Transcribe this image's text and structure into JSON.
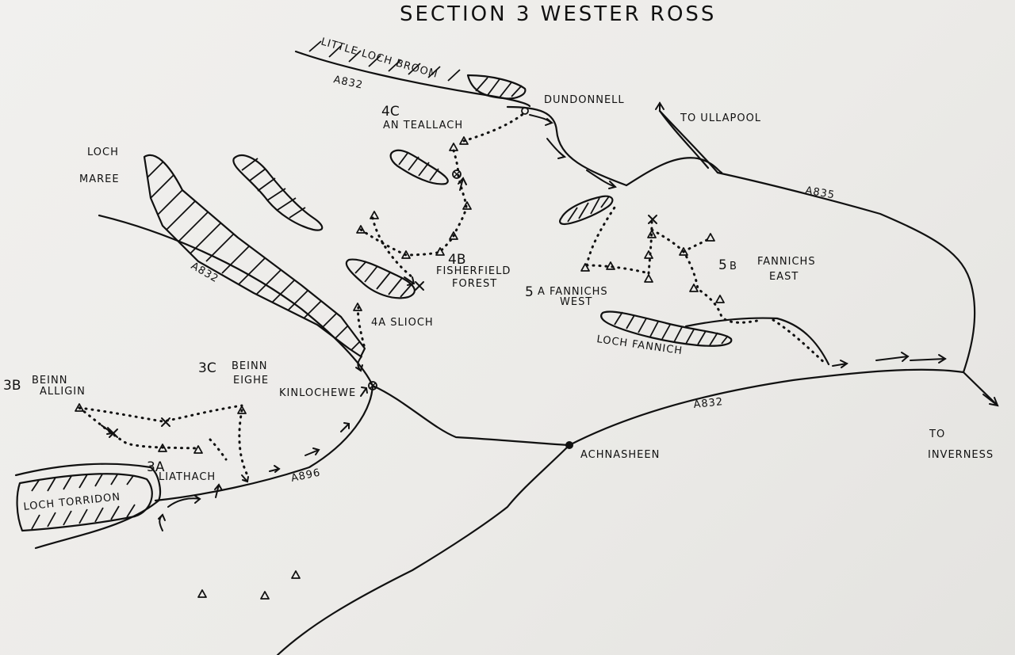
{
  "title": "SECTION 3  WESTER ROSS",
  "labels": {
    "little_loch_broom": "LITTLE LOCH BROOM",
    "a832_top": "A832",
    "dundonnell": "DUNDONNELL",
    "to_ullapool": "TO ULLAPOOL",
    "a835": "A835",
    "route_4c_code": "4C",
    "route_4c_name": "AN TEALLACH",
    "loch_maree_1": "LOCH",
    "loch_maree_2": "MAREE",
    "a832_left": "A832",
    "route_4b_code": "4B",
    "route_4b_name_1": "FISHERFIELD",
    "route_4b_name_2": "FOREST",
    "route_4a": "4A SLIOCH",
    "route_5a_code": "5",
    "route_5a_name_1": "A FANNICHS",
    "route_5a_name_2": "WEST",
    "route_5b_code": "5",
    "route_5b_suffix": "B",
    "route_5b_name_1": "FANNICHS",
    "route_5b_name_2": "EAST",
    "loch_fannich": "LOCH FANNICH",
    "route_3b_code": "3B",
    "route_3b_name_1": "BEINN",
    "route_3b_name_2": "ALLIGIN",
    "route_3c_code": "3C",
    "route_3c_name_1": "BEINN",
    "route_3c_name_2": "EIGHE",
    "kinlochewe": "KINLOCHEWE",
    "route_3a_code": "3A",
    "route_3a_name": "LIATHACH",
    "a896": "A896",
    "achnasheen": "ACHNASHEEN",
    "a832_right": "A832",
    "to_inverness_1": "TO",
    "to_inverness_2": "INVERNESS",
    "loch_torridon": "LOCH TORRIDON"
  }
}
